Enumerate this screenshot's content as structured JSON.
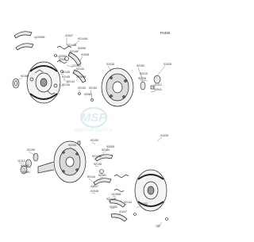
{
  "diagram": {
    "diagram_code": "F0490",
    "watermark": "MOTORPARTS",
    "labels": [
      "41049A",
      "41047",
      "92144A",
      "92144B",
      "92055",
      "92144",
      "41048",
      "92050",
      "92081",
      "131960",
      "92144",
      "92145",
      "131998",
      "92145",
      "92150",
      "92144",
      "92153",
      "92144",
      "41035",
      "92150",
      "41035",
      "92210",
      "92208",
      "11012",
      "92041",
      "92153",
      "92081",
      "41035",
      "92153",
      "92153",
      "92055",
      "92144",
      "92144A",
      "92150",
      "11012",
      "92209",
      "92081",
      "92145",
      "92081",
      "92144",
      "41047",
      "41048",
      "131998",
      "92144B",
      "92052",
      "92144",
      "92053",
      "41047",
      "130"
    ]
  },
  "colors": {
    "line": "#222222",
    "text": "#333333",
    "watermark": "#bfe0e8"
  }
}
